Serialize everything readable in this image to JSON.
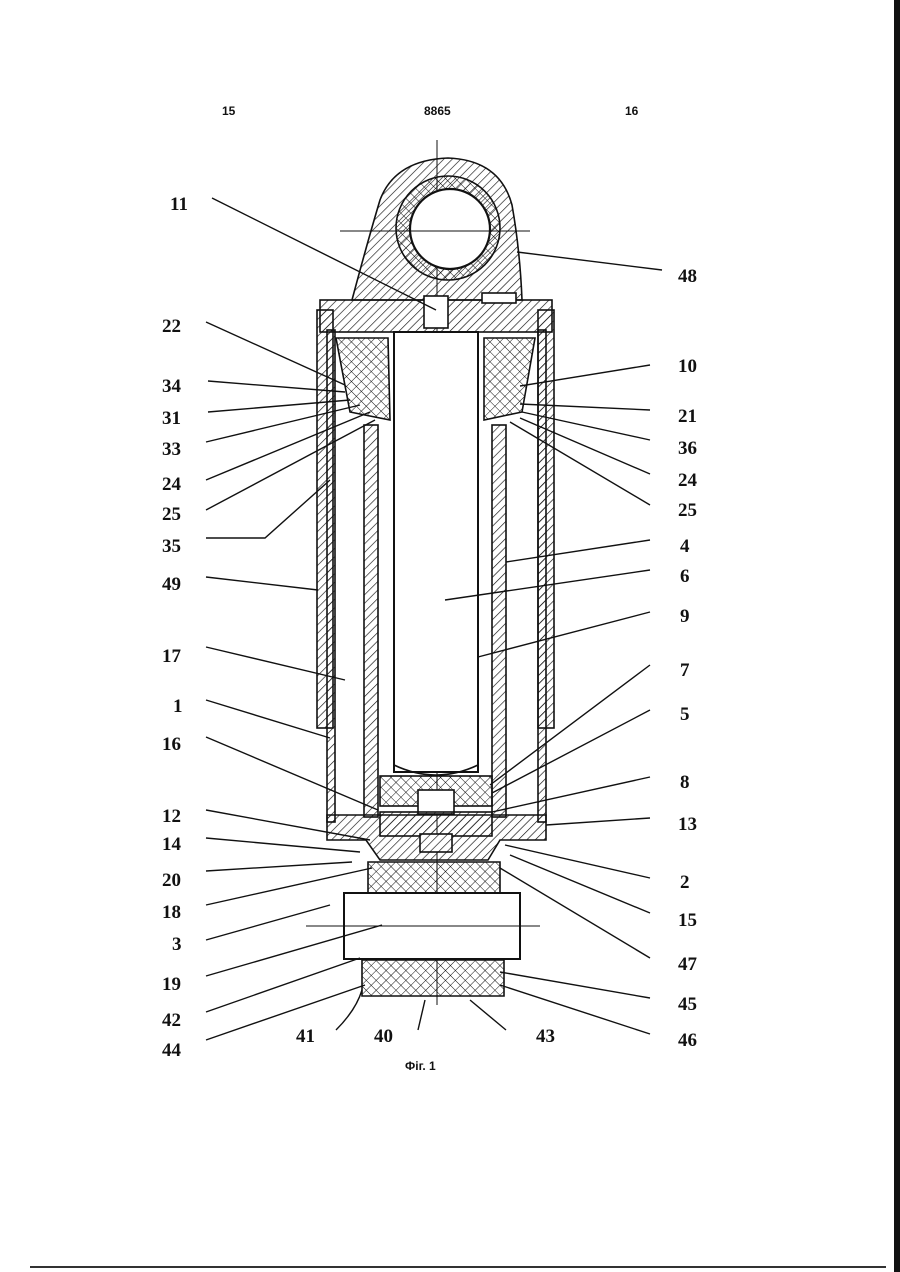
{
  "header": {
    "left_page": "15",
    "center": "8865",
    "right_page": "16"
  },
  "figure_caption": "Фіг. 1",
  "labels_left": [
    "11",
    "22",
    "34",
    "31",
    "33",
    "24",
    "25",
    "35",
    "49",
    "17",
    "1",
    "16",
    "12",
    "14",
    "20",
    "18",
    "3",
    "19",
    "42",
    "44"
  ],
  "labels_right": [
    "48",
    "10",
    "21",
    "36",
    "24",
    "25",
    "4",
    "6",
    "9",
    "7",
    "5",
    "8",
    "13",
    "2",
    "15",
    "47",
    "45",
    "46"
  ],
  "labels_bottom": [
    "41",
    "40",
    "43"
  ],
  "colors": {
    "ink": "#111111",
    "paper": "#ffffff"
  }
}
